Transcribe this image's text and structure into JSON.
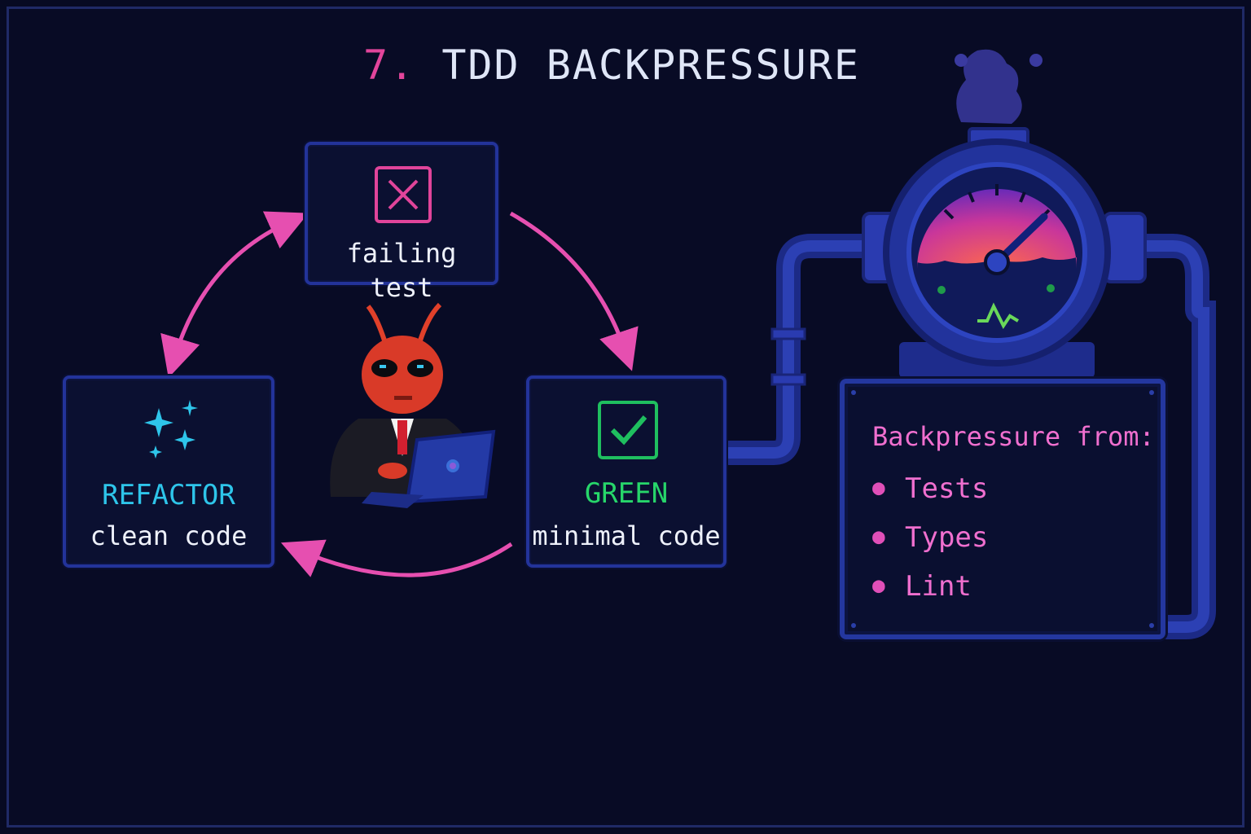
{
  "title": {
    "number": "7.",
    "text": "TDD BACKPRESSURE"
  },
  "cycle": {
    "failing": {
      "label": "failing test",
      "icon": "x-box-icon"
    },
    "green": {
      "title": "GREEN",
      "subtitle": "minimal code",
      "icon": "checkmark-icon"
    },
    "refactor": {
      "title": "REFACTOR",
      "subtitle": "clean code",
      "icon": "sparkles-icon"
    }
  },
  "mascot": {
    "icon": "ant-with-laptop-icon"
  },
  "gauge": {
    "icon": "pressure-gauge-icon"
  },
  "panel": {
    "title": "Backpressure from:",
    "items": [
      {
        "label": "Tests"
      },
      {
        "label": "Types"
      },
      {
        "label": "Lint"
      }
    ]
  },
  "colors": {
    "background": "#080b25",
    "accent_pink": "#e2459b",
    "green": "#27d66a",
    "cyan": "#2ec5ea",
    "border_blue": "#23339a"
  }
}
